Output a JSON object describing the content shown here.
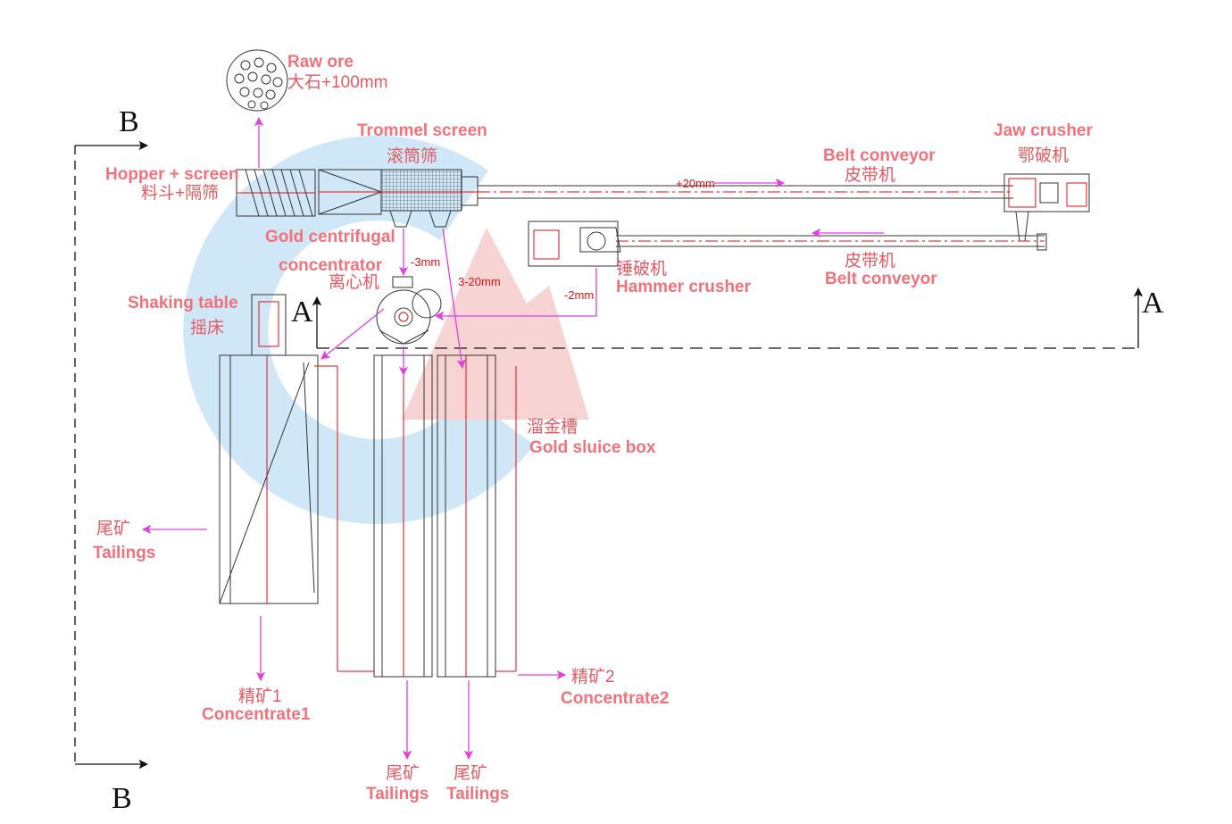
{
  "labels": {
    "raw_ore_en": "Raw ore",
    "raw_ore_cn": "大石+100mm",
    "trommel_en": "Trommel screen",
    "trommel_cn": "滚筒筛",
    "hopper_en": "Hopper + screen",
    "hopper_cn": "料斗+隔筛",
    "belt1_cn": "皮带机",
    "belt1_en": "Belt conveyor",
    "jaw_en": "Jaw crusher",
    "jaw_cn": "鄂破机",
    "centrifugal_en_1": "Gold centrifugal",
    "centrifugal_en_2": "concentrator",
    "centrifugal_cn": "离心机",
    "hammer_cn": "锤破机",
    "hammer_en": "Hammer crusher",
    "belt2_cn": "皮带机",
    "belt2_en": "Belt conveyor",
    "shaking_en": "Shaking table",
    "shaking_cn": "摇床",
    "sluice_cn": "溜金槽",
    "sluice_en": "Gold sluice box",
    "tail_left_cn": "尾矿",
    "tail_left_en": "Tailings",
    "conc1_cn": "精矿1",
    "conc1_en": "Concentrate1",
    "conc2_cn": "精矿2",
    "conc2_en": "Concentrate2",
    "tail1_cn": "尾矿",
    "tail1_en": "Tailings",
    "tail2_cn": "尾矿",
    "tail2_en": "Tailings"
  },
  "dimensions": {
    "plus20": "+20mm",
    "minus3": "-3mm",
    "range": "3-20mm",
    "minus2": "-2mm"
  },
  "sections": {
    "b_top": "B",
    "b_bottom": "B",
    "a_left": "A",
    "a_right": "A"
  },
  "colors": {
    "label": "#f0727a",
    "flow_arrow": "#e040e0",
    "equipment": "#333333",
    "dimension": "#dd1111",
    "watermark_blue": "#6fb8e6",
    "watermark_red": "#e87a7a"
  }
}
